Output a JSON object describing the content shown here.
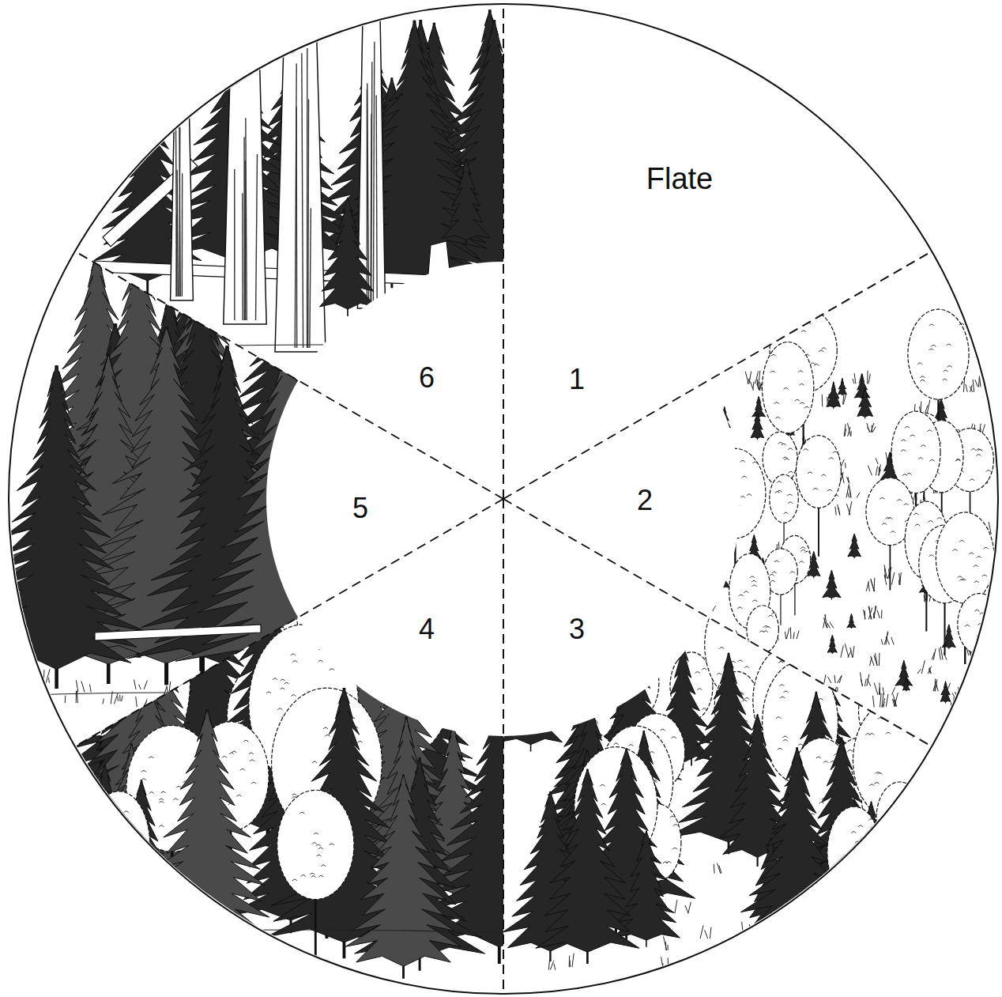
{
  "diagram": {
    "labels": [
      "Flate",
      "1",
      "2",
      "3",
      "4",
      "5",
      "6"
    ]
  }
}
